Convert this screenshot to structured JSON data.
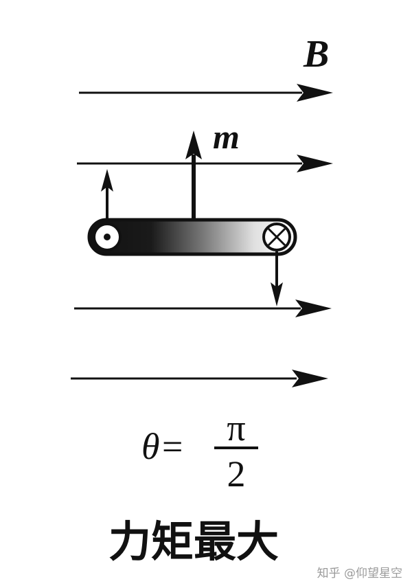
{
  "labels": {
    "field": "B",
    "moment": "m"
  },
  "formula": {
    "lhs": "θ=",
    "numerator": "π",
    "denominator": "2"
  },
  "caption": "力矩最大",
  "watermark": "知乎 @仰望星空",
  "colors": {
    "ink": "#111111",
    "paper": "#ffffff",
    "watermark": "#9a9a9a"
  },
  "icons": {
    "current_out": "dot-in-circle-icon",
    "current_in": "cross-in-circle-icon"
  }
}
